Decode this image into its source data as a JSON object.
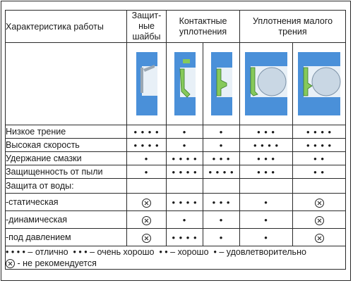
{
  "header": {
    "characteristic": "Характеристика работы",
    "shield_washers": "Защит-\nные\nшайбы",
    "contact_seals": "Контактные\nуплотнения",
    "low_friction_seals": "Уплотнения малого\nтрения"
  },
  "rows": [
    {
      "label": "Низкое трение",
      "values": [
        "• • • •",
        "•",
        "•",
        "• • •",
        "• • • •"
      ]
    },
    {
      "label": "Высокая скорость",
      "values": [
        "• • • •",
        "•",
        "•",
        "• • • •",
        "• • • •"
      ]
    },
    {
      "label": "Удержание смазки",
      "values": [
        "•",
        "• • • •",
        "• • •",
        "• • •",
        "• •"
      ]
    },
    {
      "label": "Защищенность от пыли",
      "values": [
        "•",
        "• • • •",
        "• • • •",
        "• • •",
        "• •"
      ]
    }
  ],
  "water": {
    "title": "Защита от воды:",
    "rows": [
      {
        "label": "-статическая",
        "values": [
          "x",
          "• • • •",
          "• • •",
          "•",
          "x"
        ]
      },
      {
        "label": "-динамическая",
        "values": [
          "x",
          "•",
          "•",
          "•",
          "x"
        ]
      },
      {
        "label": "-под давлением",
        "values": [
          "x",
          "• • • •",
          "•",
          "•",
          "x"
        ]
      }
    ]
  },
  "legend": {
    "excellent": "• • • • – отлично",
    "very_good": "• • • – очень хорошо",
    "good": "• • – хорошо",
    "satisfactory": "• – удовлетворительно",
    "not_recommended": "- не рекомендуется"
  },
  "icons": [
    "shield-washer-diagram",
    "contact-seal-diagram",
    "low-friction-seal-diagram",
    "not-recommended-icon"
  ],
  "colors": {
    "seal_blue": "#4a90d9",
    "light_blue": "#bcd8ef",
    "green_seal": "#86c95a",
    "ball": "#c9d7e4"
  }
}
